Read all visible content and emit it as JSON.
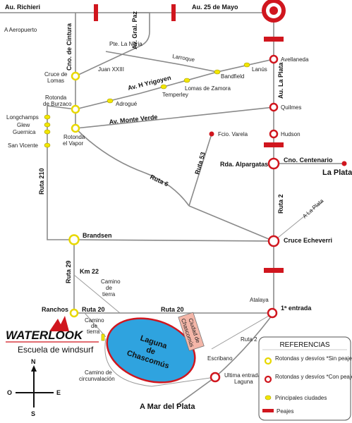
{
  "colors": {
    "road": "#8a8a8a",
    "toll_red": "#d0161e",
    "roundabout_yellow": "#e8d800",
    "city_yellow": "#f2e600",
    "lagoon_blue": "#2fa3df",
    "lagoon_border": "#d0161e",
    "city_box": "#f4b6a8"
  },
  "roads": {
    "richieri": "Au. Richieri",
    "mayo": "Au. 25 de Mayo",
    "gral_paz": "Av. Gral. Paz",
    "cintura": "Cno. de Cintura",
    "la_plata_au": "Au. La Plata",
    "yrigoyen": "Av. H Yrigoyen",
    "monte_verde": "Av. Monte Verde",
    "ruta53": "Ruta 53",
    "ruta6": "Ruta 6",
    "ruta210": "Ruta 210",
    "ruta2": "Ruta 2",
    "ruta29": "Ruta 29",
    "ruta20a": "Ruta 20",
    "ruta20b": "Ruta 20",
    "ruta2b": "Ruta 2",
    "centenario": "Cno. Centenario",
    "a_la_plata": "A La Plata"
  },
  "places": {
    "aeropuerto": "A Aeropuerto",
    "pte_noria": "Pte. La Noria",
    "larroque": "Larroque",
    "juan23": "Juan XXIII",
    "cruce_lomas_1": "Cruce de",
    "cruce_lomas_2": "Lomas",
    "avellaneda": "Avellaneda",
    "lanus": "Lanús",
    "banfield": "Bandfield",
    "lomas_zamora": "Lomas de Zamora",
    "temperley": "Temperley",
    "adrogue": "Adrogué",
    "burzaco_1": "Rotonda",
    "burzaco_2": "de Burzaco",
    "longchamps": "Longchamps",
    "glew": "Glew",
    "guernica": "Guernica",
    "san_vicente": "San Vicente",
    "vapor_1": "Rotonda",
    "vapor_2": "el Vapor",
    "quilmes": "Quilmes",
    "varela": "Fcio. Varela",
    "hudson": "Hudson",
    "alpargatas": "Rda. Alpargatas",
    "la_plata": "La Plata",
    "brandsen": "Brandsen",
    "cruce_echeverri": "Cruce Echeverri",
    "km22": "Km 22",
    "camino_tierra_1": "Camino",
    "camino_tierra_2": "de",
    "camino_tierra_3": "tierra",
    "ranchos": "Ranchos",
    "atalaya": "Atalaya",
    "primera_entrada": "1ª entrada",
    "camino_tierra_b1": "Camino",
    "camino_tierra_b2": "de",
    "camino_tierra_b3": "tierra",
    "escribano": "Escribano",
    "ciudad_1": "Ciudad de",
    "ciudad_2": "Chascomús",
    "ultima_1": "Ultima entrada",
    "ultima_2": "Laguna",
    "circunv_1": "Camino de",
    "circunv_2": "circunvalación",
    "mar_del_plata": "A Mar del Plata",
    "laguna_1": "Laguna",
    "laguna_2": "de",
    "laguna_3": "Chascomús"
  },
  "logo": {
    "brand": "WATERLOOK",
    "tagline": "Escuela de windsurf"
  },
  "compass": {
    "n": "N",
    "s": "S",
    "e": "E",
    "o": "O"
  },
  "legend": {
    "title": "REFERENCIAS",
    "items": [
      {
        "symbol": "roundabout-yellow",
        "label": "Rotondas y desvíos *Sin peaje"
      },
      {
        "symbol": "roundabout-red",
        "label": "Rotondas y desvíos *Con peaje"
      },
      {
        "symbol": "city-dot",
        "label": "Principales ciudades"
      },
      {
        "symbol": "toll-bar",
        "label": "Peajes"
      }
    ]
  }
}
